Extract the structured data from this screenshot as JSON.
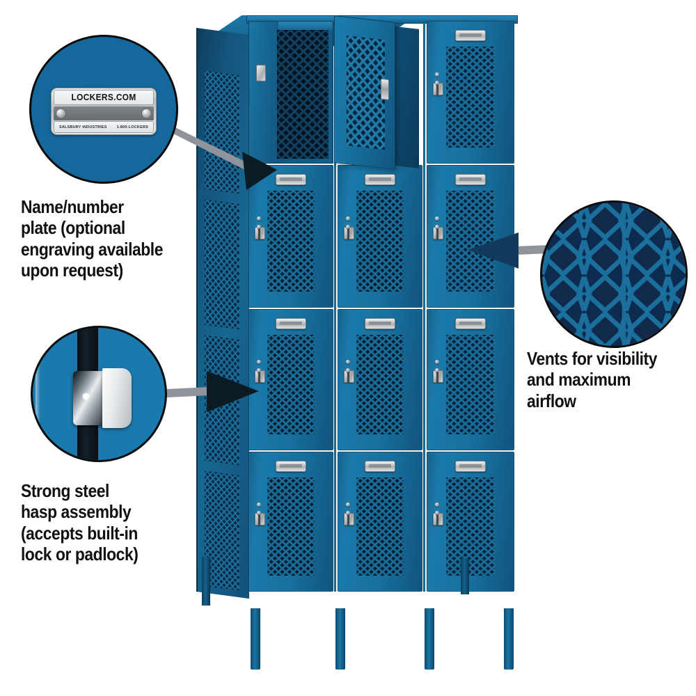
{
  "product": {
    "name": "vented-metal-locker",
    "description": "Four tier vented metal locker, three wide, blue finish, with legs",
    "columns": 3,
    "tiers": 4,
    "total_doors": 12,
    "open_door_position": "top-left",
    "colors": {
      "body_blue": "#17709e",
      "body_blue_dark": "#0d4366",
      "vent_dark": "#0c2f49",
      "plate_silver": "#cfd2d5",
      "background": "#ffffff",
      "callout_border": "#0b0b0b",
      "callout_fill_blue": "#16699a",
      "arrow_gray": "#8e9499",
      "text_black": "#111111"
    }
  },
  "callouts": [
    {
      "id": "nameplate",
      "label": "Name/number\nplate (optional\nengraving available\nupon request)",
      "icon": "nameplate-detail-icon",
      "arrow_direction": "right-down"
    },
    {
      "id": "hasp",
      "label": "Strong steel\nhasp assembly\n(accepts built-in\nlock or padlock)",
      "icon": "hasp-detail-icon",
      "arrow_direction": "right"
    },
    {
      "id": "vents",
      "label": "Vents for visibility\nand maximum\nairflow",
      "icon": "vent-mesh-detail-icon",
      "arrow_direction": "left"
    }
  ],
  "nameplate": {
    "brand": "LOCKERS.COM",
    "company": "SALSBURY INDUSTRIES",
    "phone": "1-800-LOCKERS"
  }
}
